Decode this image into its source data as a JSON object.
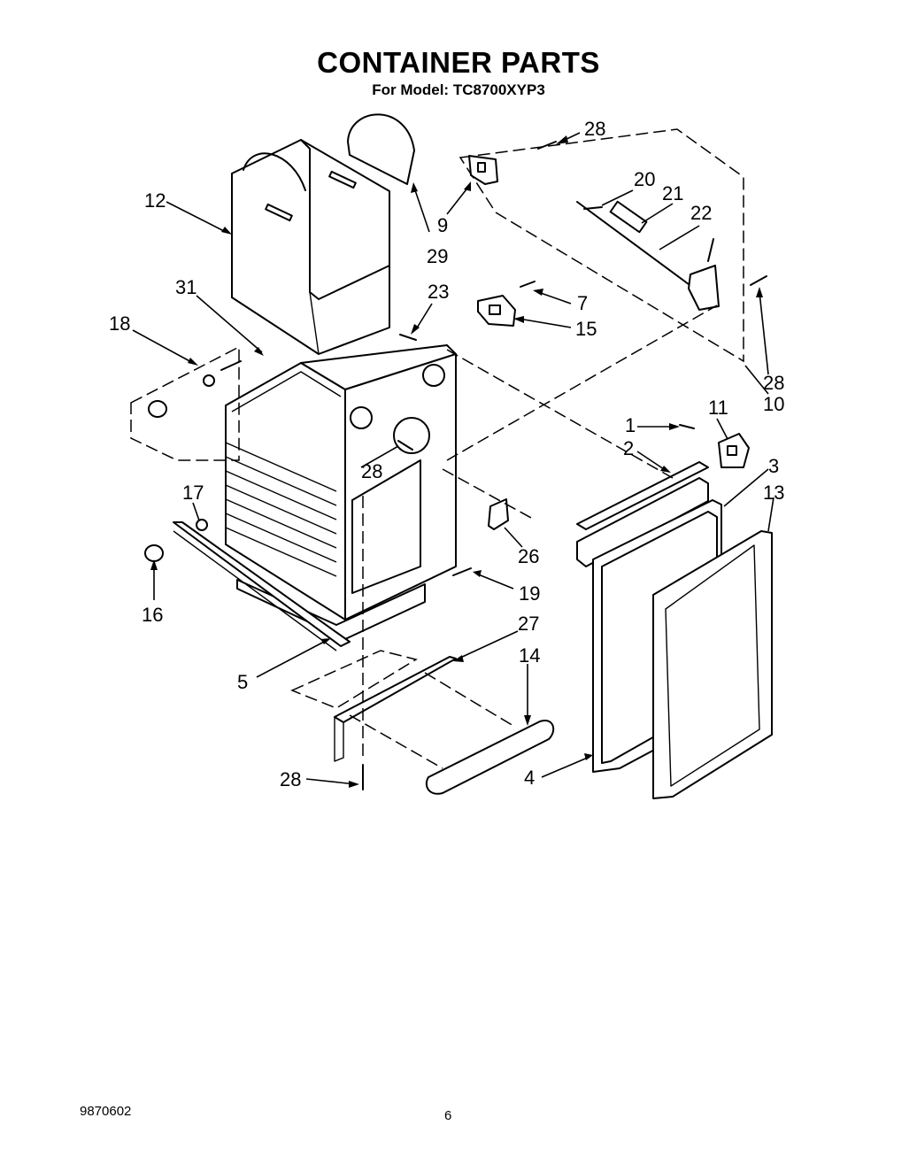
{
  "header": {
    "title": "CONTAINER PARTS",
    "subtitle": "For Model: TC8700XYP3"
  },
  "footer": {
    "doc_number": "9870602",
    "page_number": "6"
  },
  "callouts": {
    "c28a": "28",
    "c20": "20",
    "c21": "21",
    "c22": "22",
    "c12": "12",
    "c9": "9",
    "c29": "29",
    "c31": "31",
    "c23": "23",
    "c7": "7",
    "c15": "15",
    "c18": "18",
    "c28b": "28",
    "c10": "10",
    "c1": "1",
    "c11": "11",
    "c2": "2",
    "c3": "3",
    "c13": "13",
    "c17": "17",
    "c28c": "28",
    "c26": "26",
    "c16": "16",
    "c19": "19",
    "c27": "27",
    "c14": "14",
    "c5": "5",
    "c4": "4",
    "c28d": "28"
  },
  "icons": [
    "exploded-parts-diagram"
  ]
}
